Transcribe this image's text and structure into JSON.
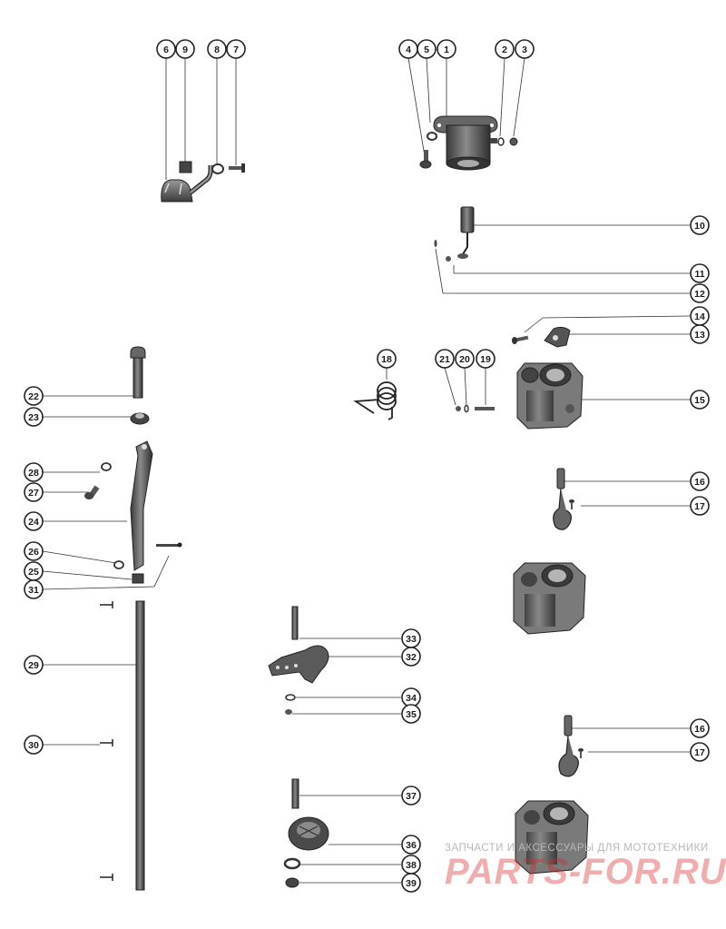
{
  "diagram": {
    "callouts": [
      {
        "id": "c6",
        "text": "6"
      },
      {
        "id": "c9",
        "text": "9"
      },
      {
        "id": "c8",
        "text": "8"
      },
      {
        "id": "c7",
        "text": "7"
      },
      {
        "id": "c4",
        "text": "4"
      },
      {
        "id": "c5",
        "text": "5"
      },
      {
        "id": "c1",
        "text": "1"
      },
      {
        "id": "c2",
        "text": "2"
      },
      {
        "id": "c3",
        "text": "3"
      },
      {
        "id": "c10",
        "text": "10"
      },
      {
        "id": "c11",
        "text": "11"
      },
      {
        "id": "c12",
        "text": "12"
      },
      {
        "id": "c14",
        "text": "14"
      },
      {
        "id": "c13",
        "text": "13"
      },
      {
        "id": "c18",
        "text": "18"
      },
      {
        "id": "c21",
        "text": "21"
      },
      {
        "id": "c20",
        "text": "20"
      },
      {
        "id": "c19",
        "text": "19"
      },
      {
        "id": "c15",
        "text": "15"
      },
      {
        "id": "c22",
        "text": "22"
      },
      {
        "id": "c23",
        "text": "23"
      },
      {
        "id": "c28",
        "text": "28"
      },
      {
        "id": "c27",
        "text": "27"
      },
      {
        "id": "c24",
        "text": "24"
      },
      {
        "id": "c26",
        "text": "26"
      },
      {
        "id": "c25",
        "text": "25"
      },
      {
        "id": "c31",
        "text": "31"
      },
      {
        "id": "c16a",
        "text": "16"
      },
      {
        "id": "c17a",
        "text": "17"
      },
      {
        "id": "c29",
        "text": "29"
      },
      {
        "id": "c30",
        "text": "30"
      },
      {
        "id": "c33",
        "text": "33"
      },
      {
        "id": "c32",
        "text": "32"
      },
      {
        "id": "c34",
        "text": "34"
      },
      {
        "id": "c35",
        "text": "35"
      },
      {
        "id": "c16b",
        "text": "16"
      },
      {
        "id": "c17b",
        "text": "17"
      },
      {
        "id": "c37",
        "text": "37"
      },
      {
        "id": "c36",
        "text": "36"
      },
      {
        "id": "c38",
        "text": "38"
      },
      {
        "id": "c39",
        "text": "39"
      }
    ]
  },
  "watermark": {
    "small": "ЗАПЧАСТИ И АКСЕССУАРЫ ДЛЯ МОТОТЕХНИКИ",
    "big": "PARTS-FOR.RU",
    "color": "#d62828"
  }
}
